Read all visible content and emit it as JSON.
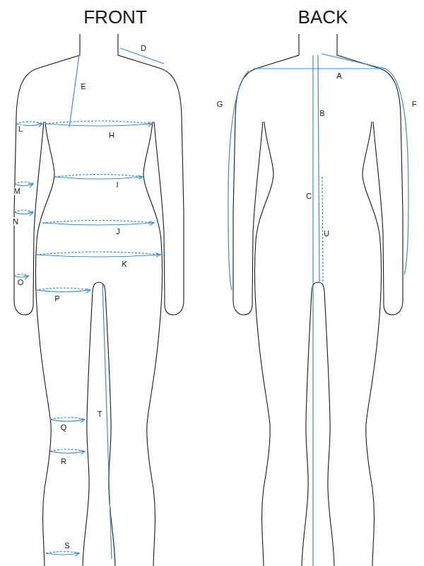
{
  "diagram": {
    "labels": [
      "FRONT",
      "BACK",
      "D",
      "A",
      "E",
      "G",
      "B",
      "F",
      "L",
      "H",
      "I",
      "M",
      "N",
      "J",
      "C",
      "U",
      "K",
      "O",
      "P",
      "Q",
      "T",
      "R",
      "S"
    ]
  }
}
